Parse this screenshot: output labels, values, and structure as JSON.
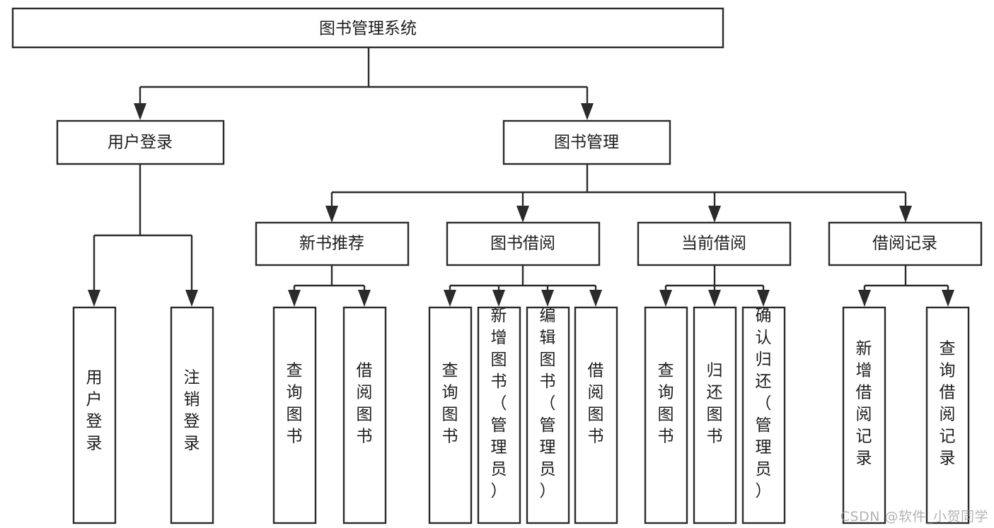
{
  "diagram": {
    "type": "tree",
    "title": "图书管理系统",
    "orientation": "top-down",
    "colors": {
      "stroke": "#2b2b2b",
      "fill": "#ffffff",
      "text": "#1d1d1d",
      "watermark": "#9a9a9a"
    }
  },
  "root": {
    "label": "图书管理系统"
  },
  "level2": [
    {
      "label": "用户登录"
    },
    {
      "label": "图书管理"
    }
  ],
  "level3": [
    {
      "label": "新书推荐"
    },
    {
      "label": "图书借阅"
    },
    {
      "label": "当前借阅"
    },
    {
      "label": "借阅记录"
    }
  ],
  "leaves": {
    "user_login": [
      {
        "label": "用户登录"
      },
      {
        "label": "注销登录"
      }
    ],
    "new_book": [
      {
        "label": "查询图书"
      },
      {
        "label": "借阅图书"
      }
    ],
    "book_borrow": [
      {
        "label": "查询图书"
      },
      {
        "label": "新增图书（管理员）"
      },
      {
        "label": "编辑图书（管理员）"
      },
      {
        "label": "借阅图书"
      }
    ],
    "current_borrow": [
      {
        "label": "查询图书"
      },
      {
        "label": "归还图书"
      },
      {
        "label": "确认归还（管理员）"
      }
    ],
    "borrow_record": [
      {
        "label": "新增借阅记录"
      },
      {
        "label": "查询借阅记录"
      }
    ]
  },
  "watermark": {
    "text": "CSDN @软件_小贺同学"
  }
}
